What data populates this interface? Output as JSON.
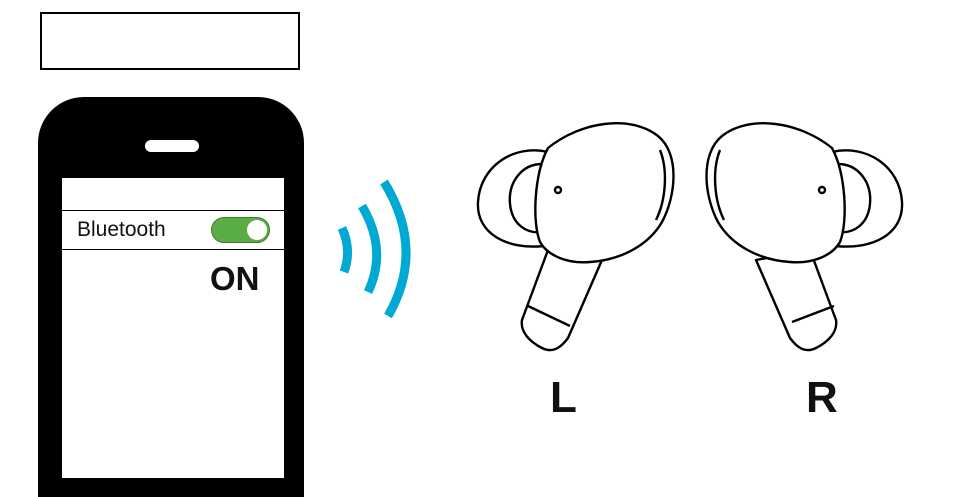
{
  "phone": {
    "setting_label": "Bluetooth",
    "status_text": "ON",
    "toggle_color": "#5aac44"
  },
  "signal": {
    "color": "#00a9d4",
    "icon": "wireless-signal-icon"
  },
  "earbuds": {
    "left_label": "L",
    "right_label": "R"
  }
}
